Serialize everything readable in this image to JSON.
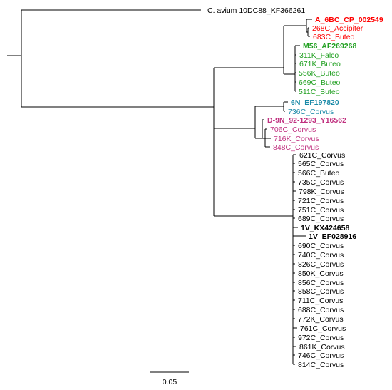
{
  "colors": {
    "branch": "#000000",
    "red_clade": "#ff0000",
    "green_clade": "#22a022",
    "teal_clade": "#1b8aa8",
    "magenta_clade": "#c0307f",
    "black_clade": "#000000"
  },
  "tree": {
    "outgroup": {
      "label": "C. avium 10DC88_KF366261"
    },
    "taxa": [
      {
        "label": "A_6BC_CP_002549",
        "clade": "red_clade",
        "bold": true
      },
      {
        "label": "268C_Accipiter",
        "clade": "red_clade",
        "bold": false
      },
      {
        "label": "683C_Buteo",
        "clade": "red_clade",
        "bold": false
      },
      {
        "label": "M56_AF269268",
        "clade": "green_clade",
        "bold": true
      },
      {
        "label": "311K_Falco",
        "clade": "green_clade",
        "bold": false
      },
      {
        "label": "671K_Buteo",
        "clade": "green_clade",
        "bold": false
      },
      {
        "label": "556K_Buteo",
        "clade": "green_clade",
        "bold": false
      },
      {
        "label": "669C_Buteo",
        "clade": "green_clade",
        "bold": false
      },
      {
        "label": "511C_Buteo",
        "clade": "green_clade",
        "bold": false
      },
      {
        "label": "6N_EF197820",
        "clade": "teal_clade",
        "bold": true
      },
      {
        "label": "736C_Corvus",
        "clade": "teal_clade",
        "bold": false
      },
      {
        "label": "D-9N_92-1293_Y16562",
        "clade": "magenta_clade",
        "bold": true
      },
      {
        "label": "706C_Corvus",
        "clade": "magenta_clade",
        "bold": false
      },
      {
        "label": "716K_Corvus",
        "clade": "magenta_clade",
        "bold": false
      },
      {
        "label": "848C_Corvus",
        "clade": "magenta_clade",
        "bold": false
      },
      {
        "label": "621C_Corvus",
        "clade": "black_clade",
        "bold": false
      },
      {
        "label": "565C_Corvus",
        "clade": "black_clade",
        "bold": false
      },
      {
        "label": "566C_Buteo",
        "clade": "black_clade",
        "bold": false
      },
      {
        "label": "735C_Corvus",
        "clade": "black_clade",
        "bold": false
      },
      {
        "label": "798K_Corvus",
        "clade": "black_clade",
        "bold": false
      },
      {
        "label": "721C_Corvus",
        "clade": "black_clade",
        "bold": false
      },
      {
        "label": "751C_Corvus",
        "clade": "black_clade",
        "bold": false
      },
      {
        "label": "689C_Corvus",
        "clade": "black_clade",
        "bold": false
      },
      {
        "label": "1V_KX424658",
        "clade": "black_clade",
        "bold": true
      },
      {
        "label": "1V_EF028916",
        "clade": "black_clade",
        "bold": true
      },
      {
        "label": "690C_Corvus",
        "clade": "black_clade",
        "bold": false
      },
      {
        "label": "740C_Corvus",
        "clade": "black_clade",
        "bold": false
      },
      {
        "label": "826C_Corvus",
        "clade": "black_clade",
        "bold": false
      },
      {
        "label": "850K_Corvus",
        "clade": "black_clade",
        "bold": false
      },
      {
        "label": "856C_Corvus",
        "clade": "black_clade",
        "bold": false
      },
      {
        "label": "858C_Corvus",
        "clade": "black_clade",
        "bold": false
      },
      {
        "label": "711C_Corvus",
        "clade": "black_clade",
        "bold": false
      },
      {
        "label": "688C_Corvus",
        "clade": "black_clade",
        "bold": false
      },
      {
        "label": "772K_Corvus",
        "clade": "black_clade",
        "bold": false
      },
      {
        "label": "761C_Corvus",
        "clade": "black_clade",
        "bold": false
      },
      {
        "label": "972C_Corvus",
        "clade": "black_clade",
        "bold": false
      },
      {
        "label": "861K_Corvus",
        "clade": "black_clade",
        "bold": false
      },
      {
        "label": "746C_Corvus",
        "clade": "black_clade",
        "bold": false
      },
      {
        "label": "814C_Corvus",
        "clade": "black_clade",
        "bold": false
      }
    ],
    "scale_bar_label": "0.05"
  }
}
